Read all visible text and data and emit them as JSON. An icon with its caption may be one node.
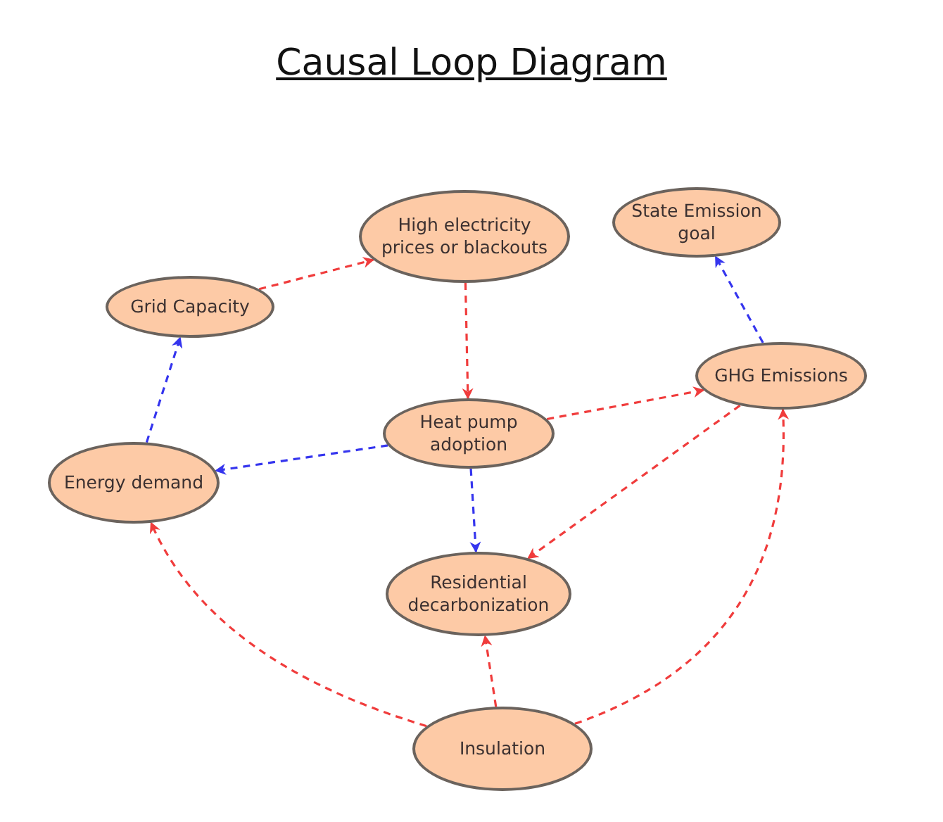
{
  "diagram": {
    "title": "Causal Loop Diagram",
    "nodes": [
      {
        "text": [
          "High electricity prices or blackouts"
        ]
      },
      {
        "text": [
          "State Emission goal"
        ]
      },
      {
        "text": [
          "Grid Capacity"
        ]
      },
      {
        "text": [
          "GHG Emissions"
        ]
      },
      {
        "text": [
          "Heat pump adoption"
        ]
      },
      {
        "text": [
          "Energy demand"
        ]
      },
      {
        "text": [
          "Residential decarbonization"
        ]
      },
      {
        "text": [
          "Insulation"
        ]
      }
    ],
    "edges": [
      {
        "from": 2,
        "to": 0,
        "arrow": "to",
        "style": "dashed",
        "color": "#f03c3c"
      },
      {
        "from": 0,
        "to": 4,
        "arrow": "to",
        "style": "dashed",
        "color": "#f03c3c"
      },
      {
        "from": 4,
        "to": 3,
        "arrow": "to",
        "style": "dashed",
        "color": "#f03c3c"
      },
      {
        "from": 3,
        "to": 6,
        "arrow": "to",
        "style": "dashed",
        "color": "#f03c3c"
      },
      {
        "from": 3,
        "to": 1,
        "arrow": "to",
        "style": "dashed",
        "color": "#3535ee"
      },
      {
        "from": 5,
        "to": 2,
        "arrow": "to",
        "style": "dashed",
        "color": "#3535ee"
      },
      {
        "from": 4,
        "to": 5,
        "arrow": "to",
        "style": "dashed",
        "color": "#3535ee"
      },
      {
        "from": 4,
        "to": 6,
        "arrow": "to",
        "style": "dashed",
        "color": "#3535ee"
      },
      {
        "from": 7,
        "to": 5,
        "arrow": "to",
        "style": "dashed",
        "color": "#f03c3c"
      },
      {
        "from": 7,
        "to": 6,
        "arrow": "to",
        "style": "dashed",
        "color": "#f03c3c"
      },
      {
        "from": 7,
        "to": 3,
        "arrow": "to",
        "style": "dashed",
        "color": "#f03c3c"
      }
    ]
  }
}
